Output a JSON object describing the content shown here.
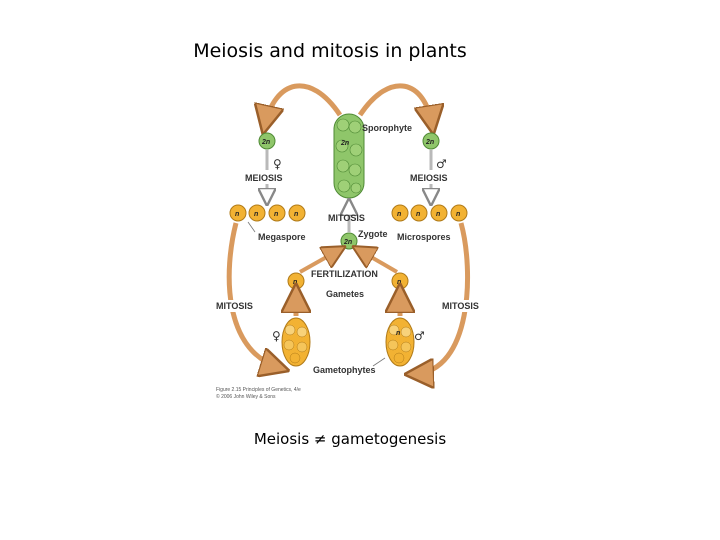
{
  "title": "Meiosis and mitosis in plants",
  "caption": "Meiosis ≠ gametogenesis",
  "diagram": {
    "labels": {
      "sporophyte": "Sporophyte",
      "meiosis_left": "MEIOSIS",
      "meiosis_right": "MEIOSIS",
      "mitosis_center": "MITOSIS",
      "megaspore": "Megaspore",
      "microspores": "Microspores",
      "zygote": "Zygote",
      "fertilization": "FERTILIZATION",
      "gametes": "Gametes",
      "mitosis_left": "MITOSIS",
      "mitosis_right": "MITOSIS",
      "gametophytes": "Gametophytes"
    },
    "cell_labels": {
      "diploid": "2n",
      "haploid": "n"
    },
    "symbols": {
      "female": "♀",
      "male": "♂"
    },
    "credit": {
      "line1": "Figure 2.15 Principles of Genetics, 4/e",
      "line2": "© 2006 John Wiley & Sons"
    },
    "colors": {
      "green_cell": "#8fc66a",
      "green_stroke": "#4f8a35",
      "gold_cell": "#f2b233",
      "gold_stroke": "#b07a18",
      "arrow_orange": "#d99a5e",
      "arrow_stroke": "#9a5f2a",
      "arrow_gray": "#b9b9b9"
    }
  }
}
